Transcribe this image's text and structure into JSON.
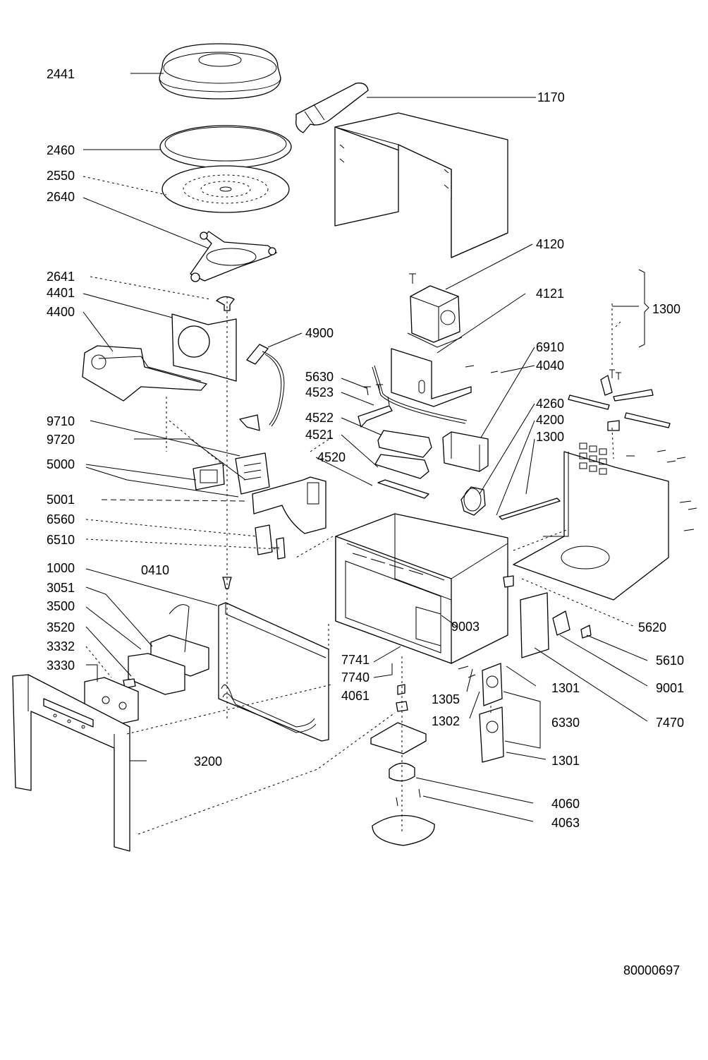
{
  "drawing_number": "80000697",
  "labels": {
    "p2441": "2441",
    "p1170": "1170",
    "p2460": "2460",
    "p2550": "2550",
    "p2640": "2640",
    "p4120": "4120",
    "p2641": "2641",
    "p4121": "4121",
    "p1300a": "1300",
    "p4401": "4401",
    "p4400": "4400",
    "p4900": "4900",
    "p6910": "6910",
    "p4040": "4040",
    "p5630": "5630",
    "p4523": "4523",
    "p4260": "4260",
    "p4522": "4522",
    "p4200": "4200",
    "p9710": "9710",
    "p4521": "4521",
    "p1300b": "1300",
    "p9720": "9720",
    "p4520": "4520",
    "p5000": "5000",
    "p5001": "5001",
    "p6560": "6560",
    "p6510": "6510",
    "p1000": "1000",
    "p0410": "0410",
    "p3051": "3051",
    "p3500": "3500",
    "p9003": "9003",
    "p5620": "5620",
    "p3520": "3520",
    "p3332": "3332",
    "p7741": "7741",
    "p5610": "5610",
    "p3330": "3330",
    "p7740": "7740",
    "p1301a": "1301",
    "p9001": "9001",
    "p4061": "4061",
    "p1305": "1305",
    "p1302": "1302",
    "p6330": "6330",
    "p7470": "7470",
    "p3200": "3200",
    "p1301b": "1301",
    "p4060": "4060",
    "p4063": "4063"
  }
}
